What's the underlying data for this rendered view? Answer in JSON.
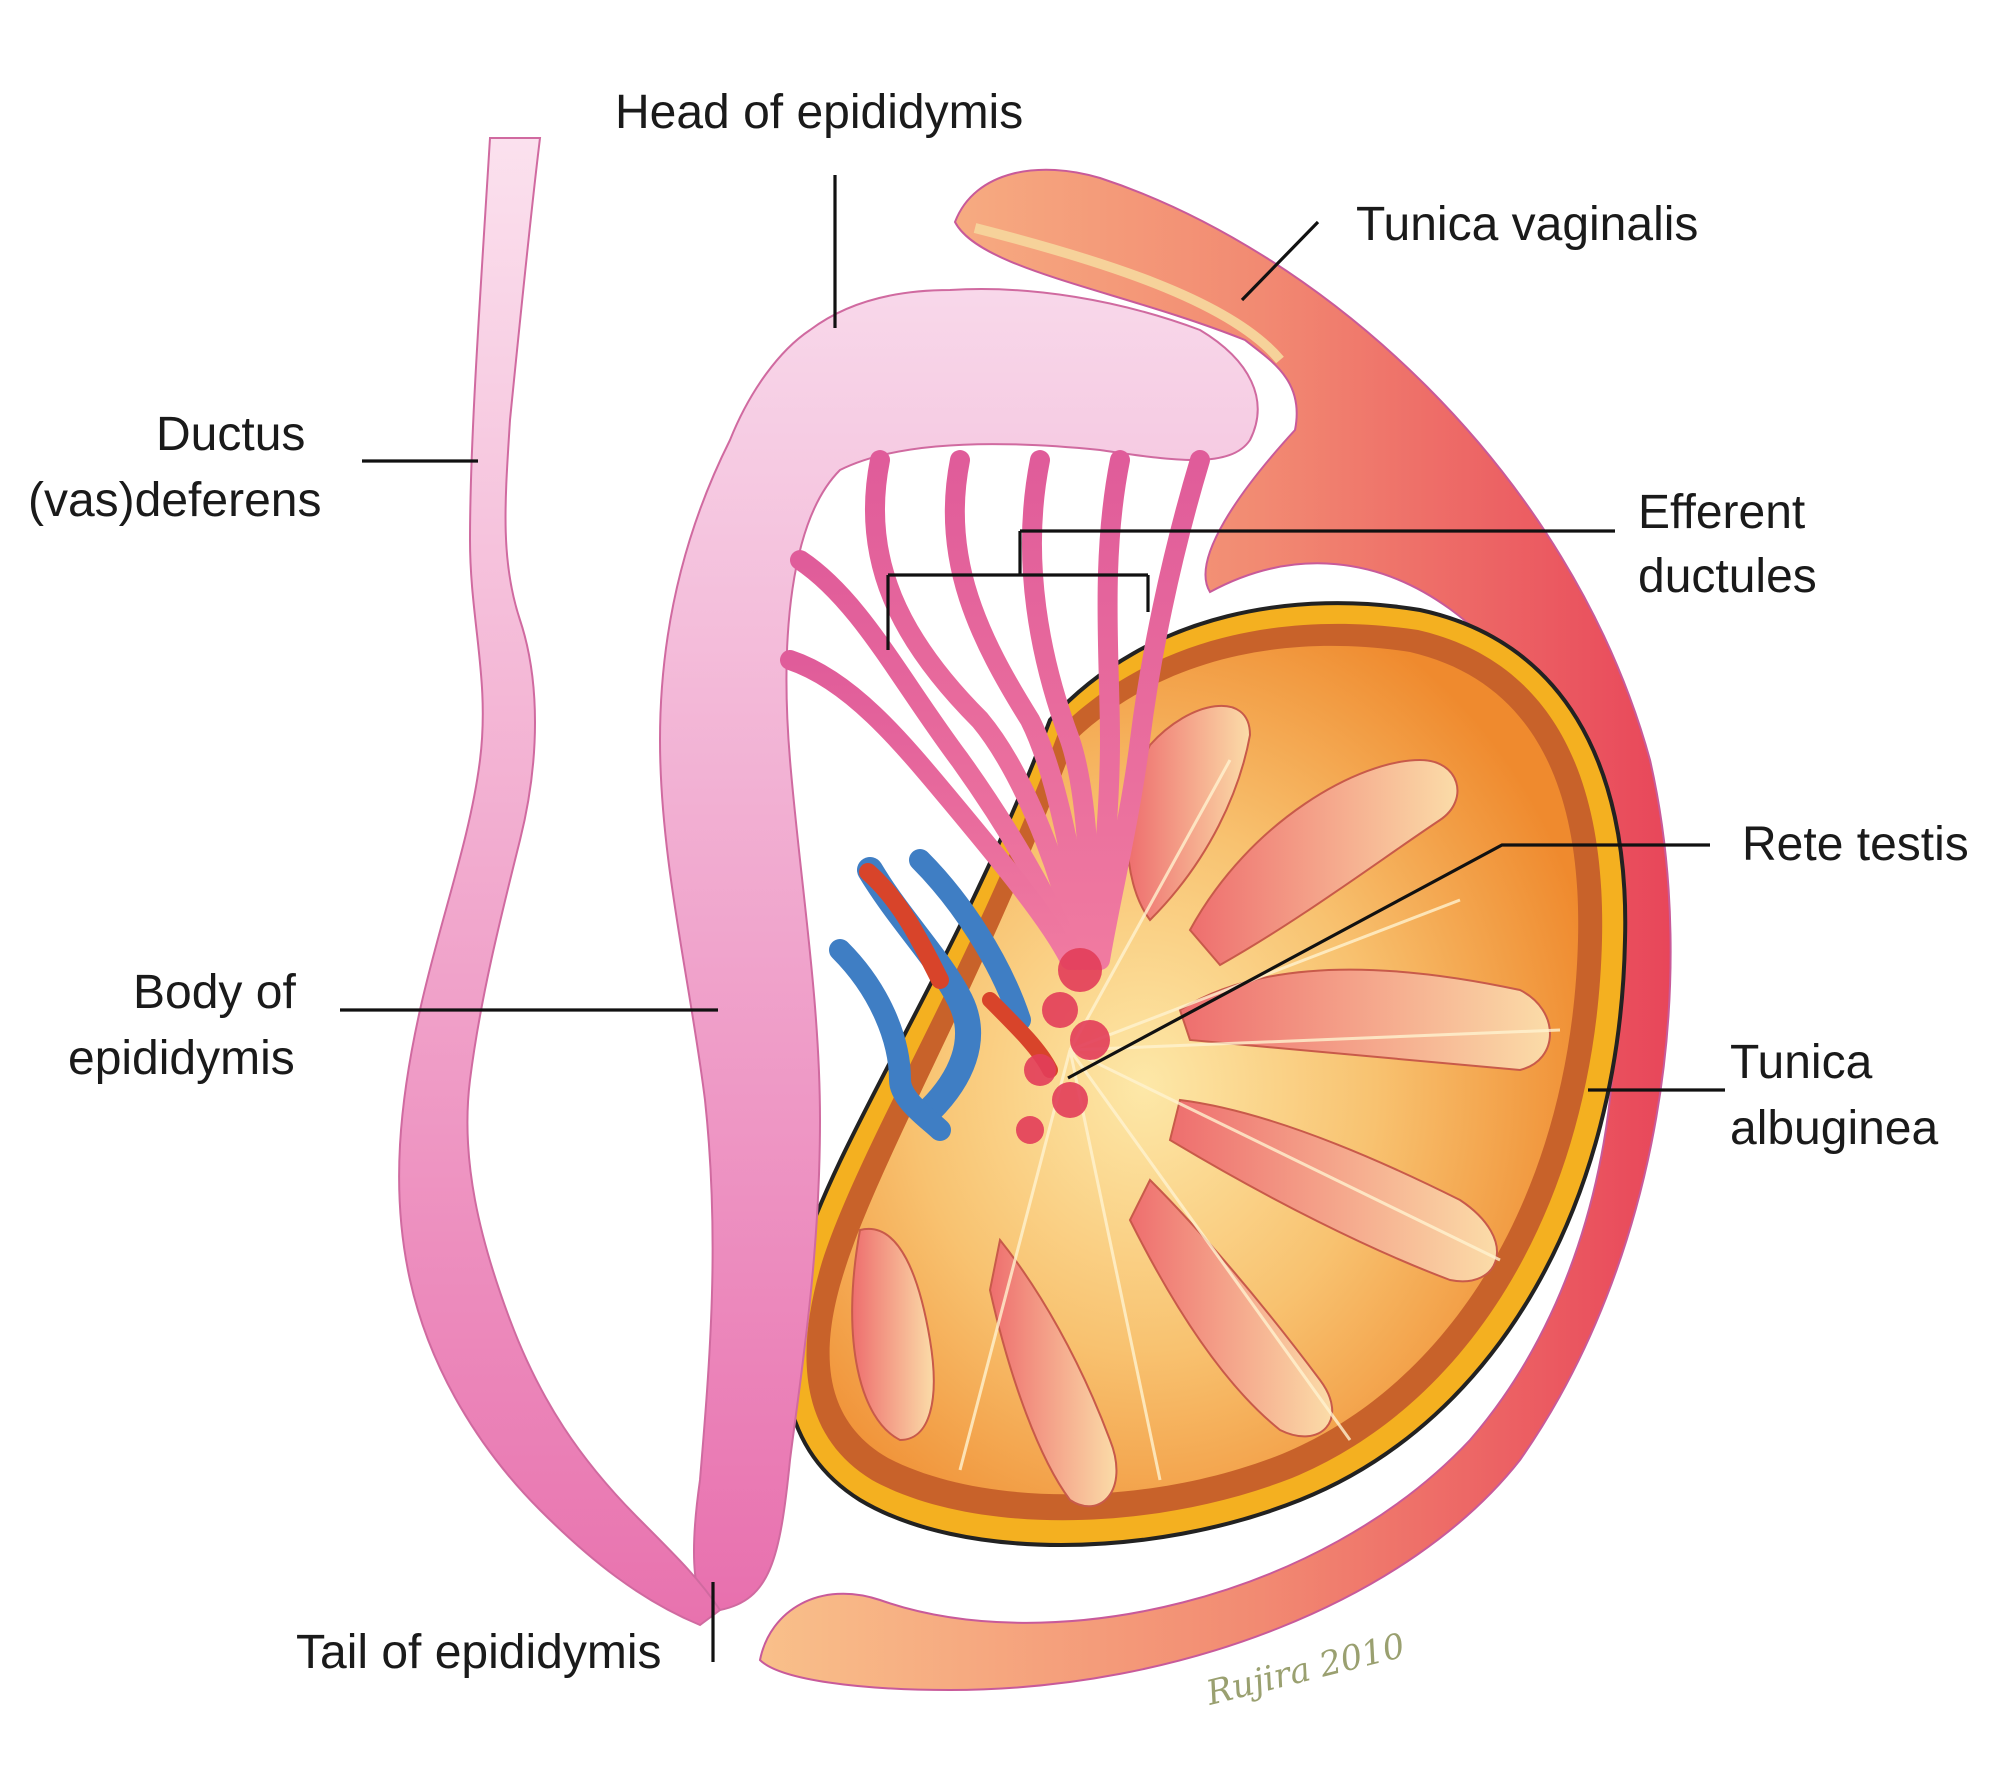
{
  "labels": {
    "head_epididymis": "Head of epididymis",
    "tunica_vaginalis": "Tunica vaginalis",
    "ductus_line1": "Ductus",
    "ductus_line2": "(vas)deferens",
    "efferent_line1": "Efferent",
    "efferent_line2": "ductules",
    "rete_testis": "Rete testis",
    "body_line1": "Body of",
    "body_line2": "epididymis",
    "tunica_albuginea_line1": "Tunica",
    "tunica_albuginea_line2": "albuginea",
    "tail_epididymis": "Tail of epididymis"
  },
  "signature": "Rujira 2010",
  "colors": {
    "tunica_vaginalis": "#f07a6a",
    "tunica_albuginea": "#f5b020",
    "testis_body": "#f2a04a",
    "lobules": "#f28c7a",
    "epididymis": "#f2a8cf",
    "efferent_ductules": "#e8609a",
    "vein": "#3f7ec4",
    "artery": "#d8442a"
  }
}
